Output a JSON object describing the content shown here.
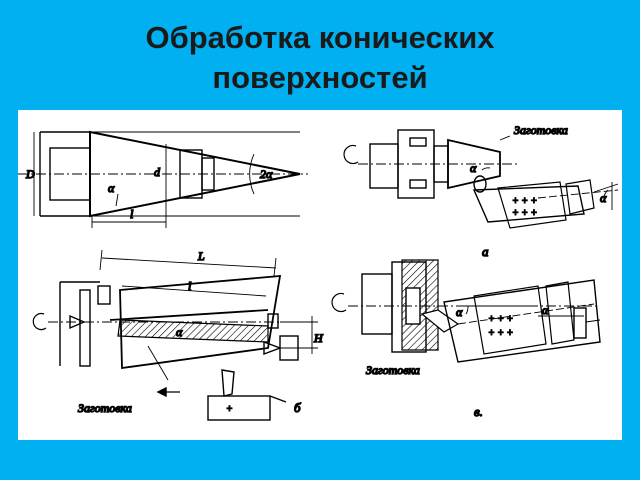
{
  "title": {
    "line1": "Обработка конических",
    "line2": "поверхностей"
  },
  "diagram": {
    "labels": {
      "D": "D",
      "d": "d",
      "two_alpha": "2α",
      "alpha": "α",
      "l": "l",
      "L": "L",
      "H": "H"
    },
    "workpiece": "Заготовка",
    "captions": {
      "a": "а",
      "b": "б",
      "v": "в."
    }
  },
  "colors": {
    "background": "#00B0F0",
    "panel": "#FFFFFF",
    "ink": "#000000"
  }
}
